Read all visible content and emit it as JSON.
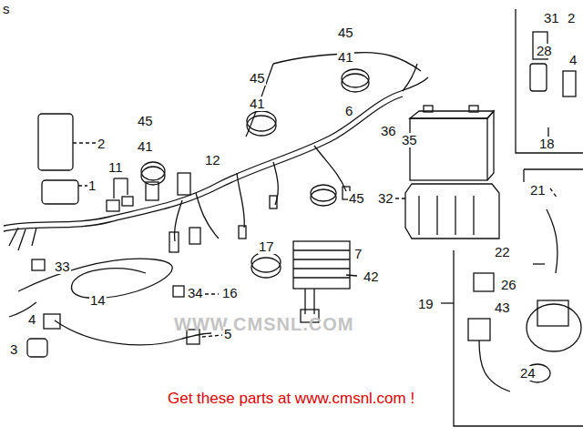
{
  "diagram": {
    "caption": "Get these parts at www.cmsnl.com !",
    "labels": [
      "s",
      "31",
      "2",
      "45",
      "28",
      "4",
      "41",
      "45",
      "41",
      "6",
      "45",
      "36",
      "35",
      "2",
      "41",
      "18",
      "12",
      "11",
      "1",
      "21",
      "32",
      "45",
      "17",
      "7",
      "22",
      "33",
      "42",
      "26",
      "34",
      "16",
      "14",
      "19",
      "43",
      "4",
      "WWW.CMSNL.COM",
      "5",
      "3",
      "24"
    ]
  }
}
